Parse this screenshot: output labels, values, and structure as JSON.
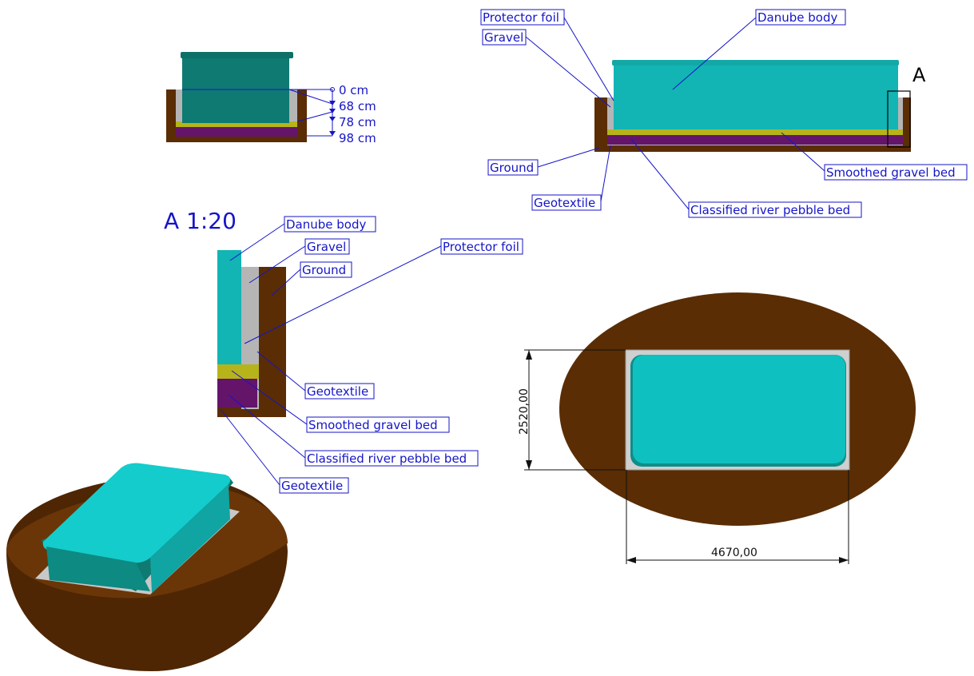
{
  "colors": {
    "ground": "#5a2d04",
    "danube_body": "#12b4b4",
    "danube_body_dark": "#0e7a72",
    "gravel": "#b5b5b5",
    "smoothed_gravel_bed": "#b6b41a",
    "classified_river_pebble_bed": "#64156a",
    "annotation": "#1515c8"
  },
  "front_view": {
    "depths": [
      "0 cm",
      "68 cm",
      "78 cm",
      "98 cm"
    ]
  },
  "side_view": {
    "labels": {
      "protector_foil": "Protector foil",
      "gravel": "Gravel",
      "danube_body": "Danube body",
      "ground": "Ground",
      "geotextile": "Geotextile",
      "smoothed_gravel_bed": "Smoothed gravel bed",
      "classified_river_pebble_bed": "Classified river pebble bed"
    },
    "detail_marker": "A"
  },
  "detail_view": {
    "title": "A 1:20",
    "labels": {
      "danube_body": "Danube body",
      "gravel": "Gravel",
      "ground": "Ground",
      "protector_foil": "Protector foil",
      "geotextile_upper": "Geotextile",
      "smoothed_gravel_bed": "Smoothed gravel bed",
      "classified_river_pebble_bed": "Classified river pebble bed",
      "geotextile_lower": "Geotextile"
    }
  },
  "top_view": {
    "width_dimension": "4670,00",
    "height_dimension": "2520,00"
  }
}
